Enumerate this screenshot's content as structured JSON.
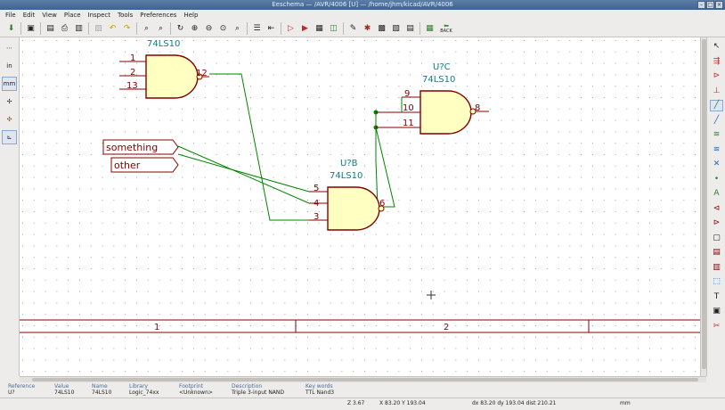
{
  "window": {
    "title": "Eeschema — /AVR/4006 [U] — /home/jhm/kicad/AVR/4006"
  },
  "menu": [
    "File",
    "Edit",
    "View",
    "Place",
    "Inspect",
    "Tools",
    "Preferences",
    "Help"
  ],
  "left_toolbar": {
    "inch_label": "in",
    "mm_label": "mm"
  },
  "toolbar": {
    "back_label": "BACK"
  },
  "schematic": {
    "gate_a": {
      "value": "74LS10",
      "pins": [
        "1",
        "2",
        "13",
        "12"
      ]
    },
    "gate_b": {
      "reference": "U?B",
      "value": "74LS10",
      "pins": [
        "5",
        "4",
        "3",
        "6"
      ]
    },
    "gate_c": {
      "reference": "U?C",
      "value": "74LS10",
      "pins": [
        "9",
        "10",
        "11",
        "8"
      ]
    },
    "labels": [
      "something",
      "other"
    ],
    "sheet_columns": [
      "1",
      "2"
    ]
  },
  "message_panel": {
    "columns": [
      {
        "header": "Reference",
        "value": "U?"
      },
      {
        "header": "Value",
        "value": "74LS10"
      },
      {
        "header": "Name",
        "value": "74LS10"
      },
      {
        "header": "Library",
        "value": "Logic_74xx"
      },
      {
        "header": "Footprint",
        "value": "<Unknown>"
      },
      {
        "header": "Description",
        "value": "Triple 3-input NAND"
      },
      {
        "header": "Key words",
        "value": "TTL Nand3"
      }
    ]
  },
  "status": {
    "zoom": "Z 3.67",
    "cursor": "X 83.20  Y 193.04",
    "delta": "dx 83.20  dy 193.04  dist 210.21",
    "units": "mm"
  },
  "colors": {
    "symbol_outline": "#840000",
    "symbol_fill": "#ffffc2",
    "pin_text": "#840000",
    "ref_text": "#008484",
    "wire": "#008400",
    "junction": "#008400",
    "sheet_border": "#840000"
  }
}
